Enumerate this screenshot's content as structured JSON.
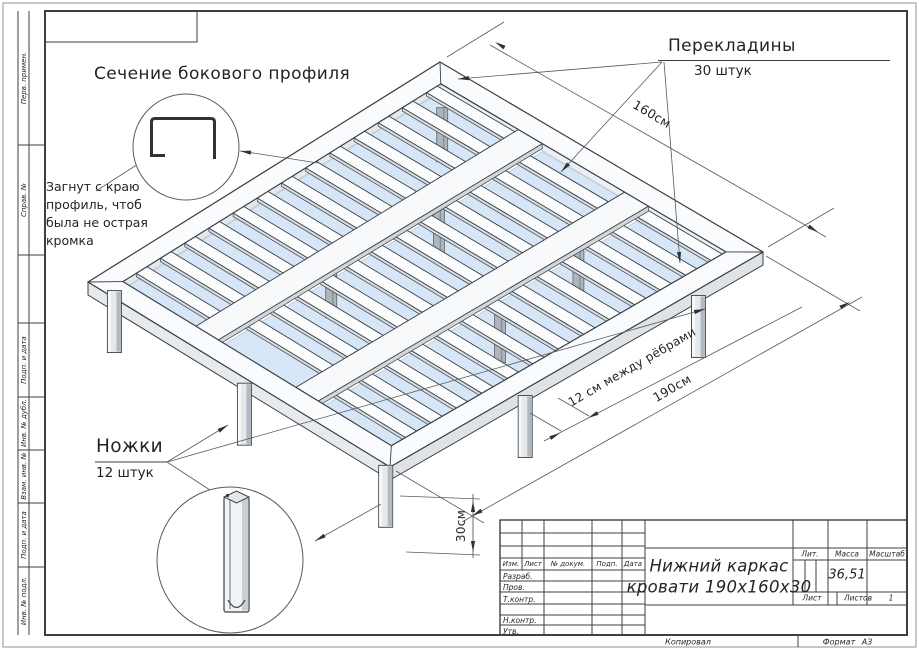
{
  "annotations": {
    "section_title": "Сечение бокового профиля",
    "bend_note_lines": [
      "Загнут с краю",
      "профиль, чтоб",
      "была не острая",
      "кромка"
    ],
    "crossbars": {
      "label": "Перекладины",
      "qty": "30 штук"
    },
    "legs": {
      "label": "Ножки",
      "qty": "12 штук"
    }
  },
  "dimensions": {
    "width": "160см",
    "length": "190см",
    "rib_spacing": "12 см между рёбрами",
    "leg_height": "30см"
  },
  "title_block": {
    "product_line1": "Нижний каркас",
    "product_line2": "кровати 190х160х30",
    "mass_value": "36,51",
    "headers": {
      "lit": "Лит.",
      "mass": "Масса",
      "scale": "Масштаб",
      "sheet": "Лист",
      "sheets": "Листов",
      "sheets_value": "1"
    },
    "rows": {
      "izm": "Изм.",
      "list": "Лист",
      "doc": "№ докум.",
      "sign": "Подп.",
      "date": "Дата",
      "developed": "Разраб.",
      "checked": "Пров.",
      "tcontrol": "Т.контр.",
      "ncontrol": "Н.контр.",
      "approved": "Утв."
    },
    "footer": {
      "copied": "Копировал",
      "format_label": "Формат",
      "format_value": "А3"
    }
  },
  "side_column": {
    "items": [
      "Перв. примен.",
      "Справ. №",
      "Подп. и дата",
      "Инв. № дубл.",
      "Взам. инв. №",
      "Подп. и дата",
      "Инв. № подл."
    ]
  },
  "colors": {
    "line": "#3b4046",
    "thin": "#565b61",
    "panel": "#d4e5f6",
    "panel_edge": "#a9c2da",
    "bar_top": "#fbfcfd",
    "bar_side": "#d8dce0",
    "rail_top": "#f8f9fa",
    "rail_side": "#d1d6da",
    "frame_top": "#fafbfc",
    "frame_side": "#e7eaed",
    "leg_fill": "#e6e9ec",
    "leg_shade": "#b2b9c0",
    "post_fill": "#aeb6bd",
    "arrow": "#2f3338"
  }
}
